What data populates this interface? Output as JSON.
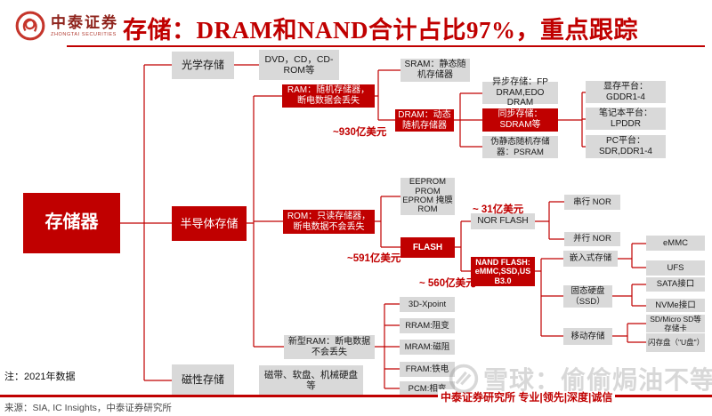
{
  "header": {
    "logo_cn": "中泰证券",
    "logo_en": "ZHONGTAI SECURITIES",
    "title": "存储：DRAM和NAND合计占比97%，重点跟踪"
  },
  "nodes": {
    "root": "存储器",
    "optical": "光学存储",
    "semiconductor": "半导体存储",
    "magnetic": "磁性存储",
    "dvd": "DVD，CD，CD-ROM等",
    "ram": "RAM：随机存储器，断电数据会丢失",
    "rom": "ROM：只读存储器，断电数据不会丢失",
    "new_ram": "新型RAM：断电数据不会丢失",
    "tape": "磁带、软盘、机械硬盘等",
    "sram": "SRAM：静态随机存储器",
    "dram": "DRAM：动态随机存储器",
    "async": "异步存储：FP DRAM,EDO DRAM",
    "sync": "同步存储：SDRAM等",
    "psram": "伪静态随机存储器：PSRAM",
    "gddr": "显存平台：GDDR1-4",
    "lpddr": "笔记本平台：LPDDR",
    "pc": "PC平台：SDR,DDR1-4",
    "eeprom": "EEPROM PROM EPROM 掩膜ROM",
    "flash": "FLASH",
    "nor_flash": "NOR FLASH",
    "nand_flash": "NAND FLASH: eMMC,SSD,USB3.0",
    "serial_nor": "串行 NOR",
    "parallel_nor": "并行 NOR",
    "embedded": "嵌入式存储",
    "ssd": "固态硬盘（SSD）",
    "mobile": "移动存储",
    "emmc": "eMMC",
    "ufs": "UFS",
    "sata": "SATA接口",
    "nvme": "NVMe接口",
    "sd_card": "SD/Micro SD等存储卡",
    "flash_drive": "闪存盘（\"U盘\"）",
    "xpoint": "3D-Xpoint",
    "rram": "RRAM:阻变",
    "mram": "MRAM:磁阻",
    "fram": "FRAM:铁电",
    "pcm": "PCM:相变"
  },
  "market_labels": {
    "ram": "~930亿美元",
    "rom": "~591亿美元",
    "nor": "~ 31亿美元",
    "nand": "~ 560亿美元"
  },
  "footer": {
    "note": "注：2021年数据",
    "source": "来源：SIA, IC Insights，中泰证券研究所",
    "slogan": "中泰证券研究所 专业|领先|深度|诚信",
    "watermark": "雪球：偷偷焗油不等我"
  },
  "colors": {
    "accent_red": "#c00000",
    "box_gray": "#d9d9d9"
  }
}
